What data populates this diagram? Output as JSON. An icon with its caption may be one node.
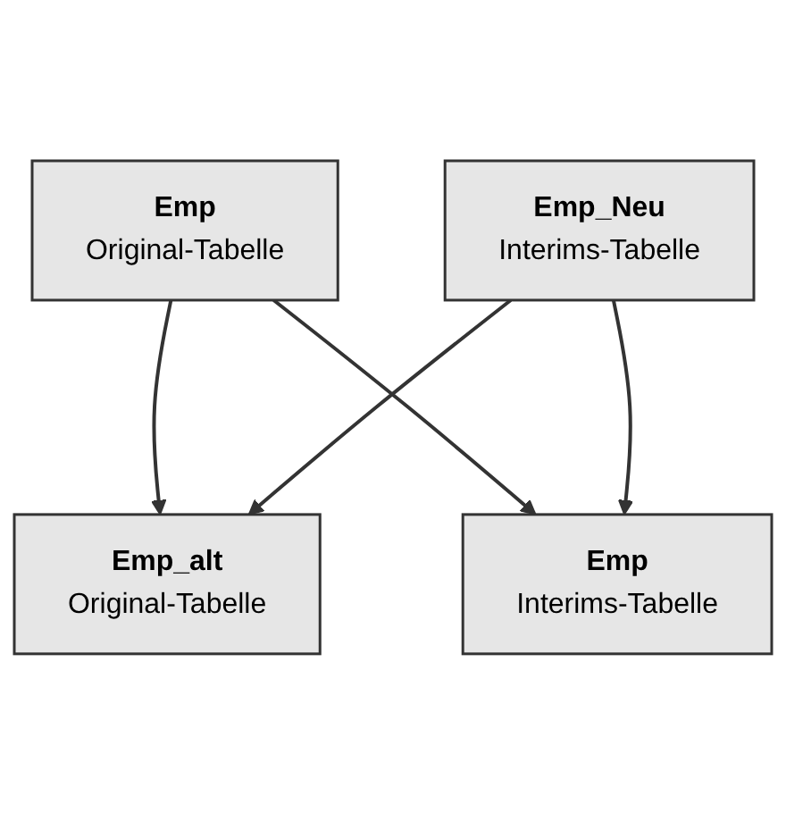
{
  "diagram": {
    "nodes": [
      {
        "text": [
          "Emp",
          "Original-Tabelle"
        ]
      },
      {
        "text": [
          "Emp_Neu",
          "Interims-Tabelle"
        ]
      },
      {
        "text": [
          "Emp_alt",
          "Original-Tabelle"
        ]
      },
      {
        "text": [
          "Emp",
          "Interims-Tabelle"
        ]
      }
    ],
    "edges": [
      {
        "from": 0,
        "to": 2,
        "arrow": "to"
      },
      {
        "from": 0,
        "to": 3,
        "arrow": "to"
      },
      {
        "from": 1,
        "to": 2,
        "arrow": "to"
      },
      {
        "from": 1,
        "to": 3,
        "arrow": "to"
      }
    ]
  }
}
